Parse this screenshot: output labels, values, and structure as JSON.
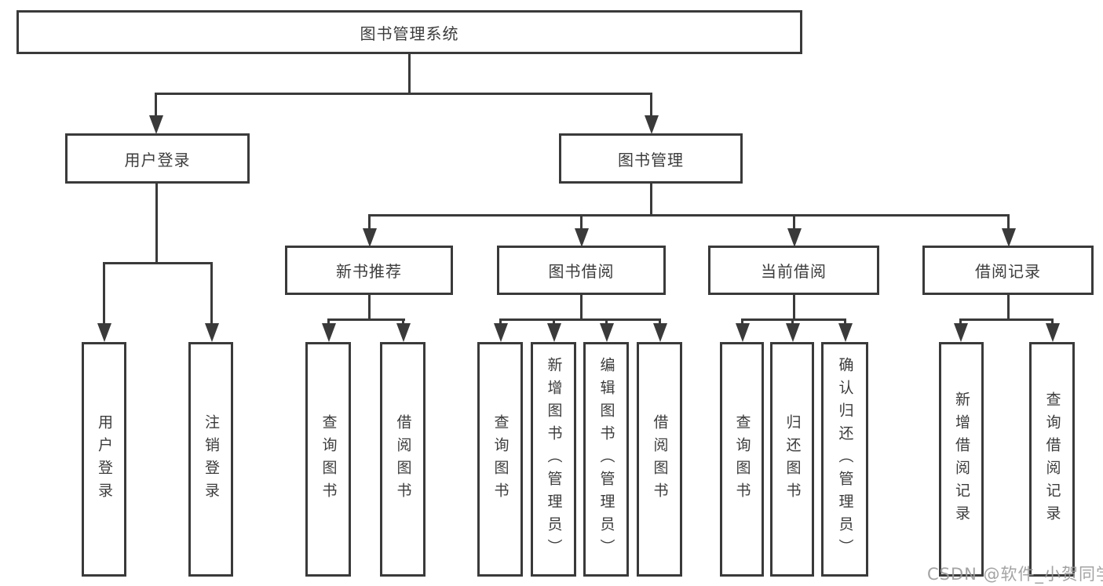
{
  "diagram": {
    "root_label": "图书管理系统",
    "level2": {
      "user_login": "用户登录",
      "book_mgmt": "图书管理"
    },
    "level3": {
      "new_books": "新书推荐",
      "book_borrow": "图书借阅",
      "current_borrow": "当前借阅",
      "borrow_records": "借阅记录"
    },
    "leaves": {
      "user_login": [
        "用户登录",
        "注销登录"
      ],
      "new_books": [
        "查询图书",
        "借阅图书"
      ],
      "book_borrow": [
        "查询图书",
        "新增图书（管理员）",
        "编辑图书（管理员）",
        "借阅图书"
      ],
      "current_borrow": [
        "查询图书",
        "归还图书",
        "确认归还（管理员）"
      ],
      "borrow_records": [
        "新增借阅记录",
        "查询借阅记录"
      ]
    },
    "watermark": "CSDN @软件_小贺同学",
    "colors": {
      "line": "#3a3a3a",
      "text": "#3c3c3c",
      "watermark": "#9a9a9a",
      "background": "#ffffff"
    }
  }
}
